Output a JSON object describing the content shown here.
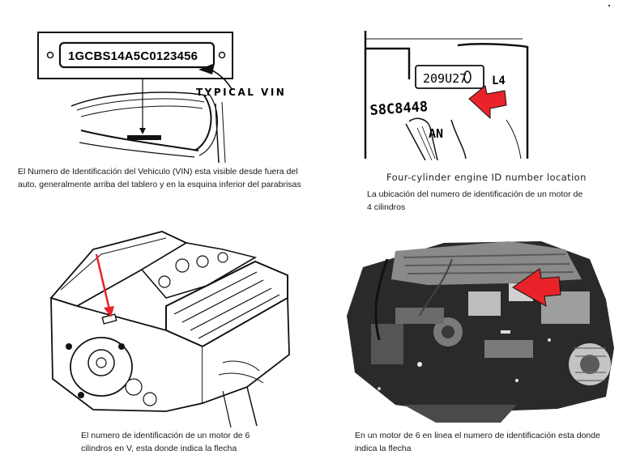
{
  "vin_panel": {
    "plate_text": "1GCBS14A5C0123456",
    "label": "TYPICAL VIN",
    "caption": [
      "El Numero de Identificación del Vehiculo (VIN) esta visible desde fuera del",
      "auto, generalmente arriba del tablero y en la esquina inferior del parabrisas"
    ]
  },
  "four_cyl_panel": {
    "stamp_number": "209U27",
    "stamp_code": "L4",
    "stamp_letters": "S8C8448",
    "stamp_an": "AN",
    "heading": "Four-cylinder engine ID number location",
    "caption": [
      "La ubicación del numero de identificación de un motor de",
      "4 cilindros"
    ]
  },
  "v6_panel": {
    "caption": [
      "El numero de identificación de un motor de 6",
      "cilindros en V, esta donde indica la flecha"
    ]
  },
  "inline6_panel": {
    "caption": [
      "En un motor de 6 en linea el numero de identificación esta donde",
      "indica la flecha"
    ]
  },
  "colors": {
    "arrow_red": "#e8242a",
    "ink": "#111111",
    "photo_dark": "#2a2a2a"
  }
}
